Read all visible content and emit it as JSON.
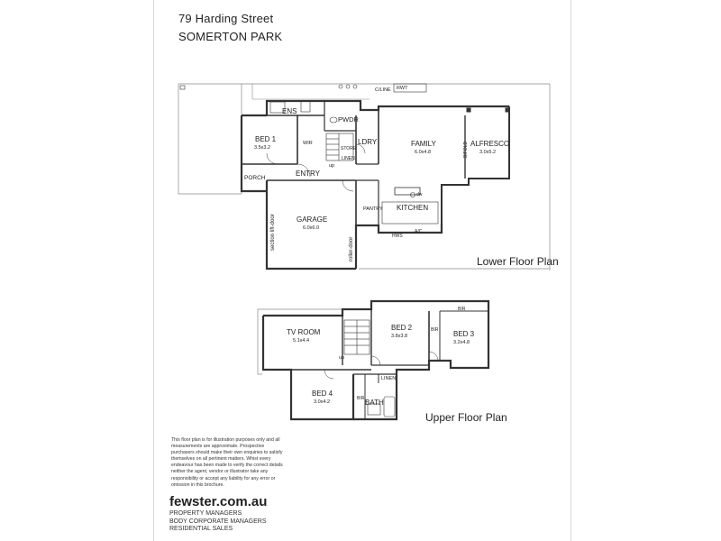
{
  "header": {
    "street": "79 Harding Street",
    "suburb": "SOMERTON PARK"
  },
  "lower_floor": {
    "title": "Lower Floor Plan",
    "rooms": {
      "ens": "ENS",
      "pwdr": "PWDR",
      "cline": "C/LINE",
      "rwt": "RWT",
      "bed1": "BED 1",
      "bed1_size": "3.5x3.2",
      "wir": "WIR",
      "store": "STORE",
      "linen": "LINEN",
      "ldry": "LDRY",
      "family": "FAMILY",
      "family_size": "6.0x4.8",
      "bifold": "BIFOLD",
      "alfresco": "ALFRESCO",
      "alfresco_size": "3.0x5.2",
      "entry": "ENTRY",
      "up": "up",
      "porch": "PORCH",
      "garage": "GARAGE",
      "garage_size": "6.0x6.0",
      "section_door": "section lift-door",
      "roller_door": "roller-door",
      "pantry": "PANTRY",
      "kitchen": "KITCHEN",
      "dw": "dw",
      "hws": "HWS",
      "ac": "A/C"
    }
  },
  "upper_floor": {
    "title": "Upper Floor Plan",
    "rooms": {
      "tv_room": "TV ROOM",
      "tv_room_size": "5.1x4.4",
      "bed2": "BED 2",
      "bed2_size": "3.8x3.8",
      "bir": "BIR",
      "bir2": "BIR",
      "bed3": "BED 3",
      "bed3_size": "3.2x4.8",
      "bed4": "BED 4",
      "bed4_size": "3.0x4.2",
      "bir3": "BIR",
      "linen": "LINEN",
      "bath": "BATH",
      "up": "up"
    }
  },
  "disclaimer": "This floor plan is for illustration purposes only and all measurements are approximate. Prospective purchasers should make their own enquiries to satisfy themselves on all pertinent matters. Whist every endeavour has been made to verify the correct details neither the agent, vendor or illustrator take any responsibility or accept any liability for any error or omission in this brochure.",
  "footer": {
    "brand": "fewster.com.au",
    "services": [
      "PROPERTY MANAGERS",
      "BODY CORPORATE MANAGERS",
      "RESIDENTIAL SALES"
    ]
  }
}
